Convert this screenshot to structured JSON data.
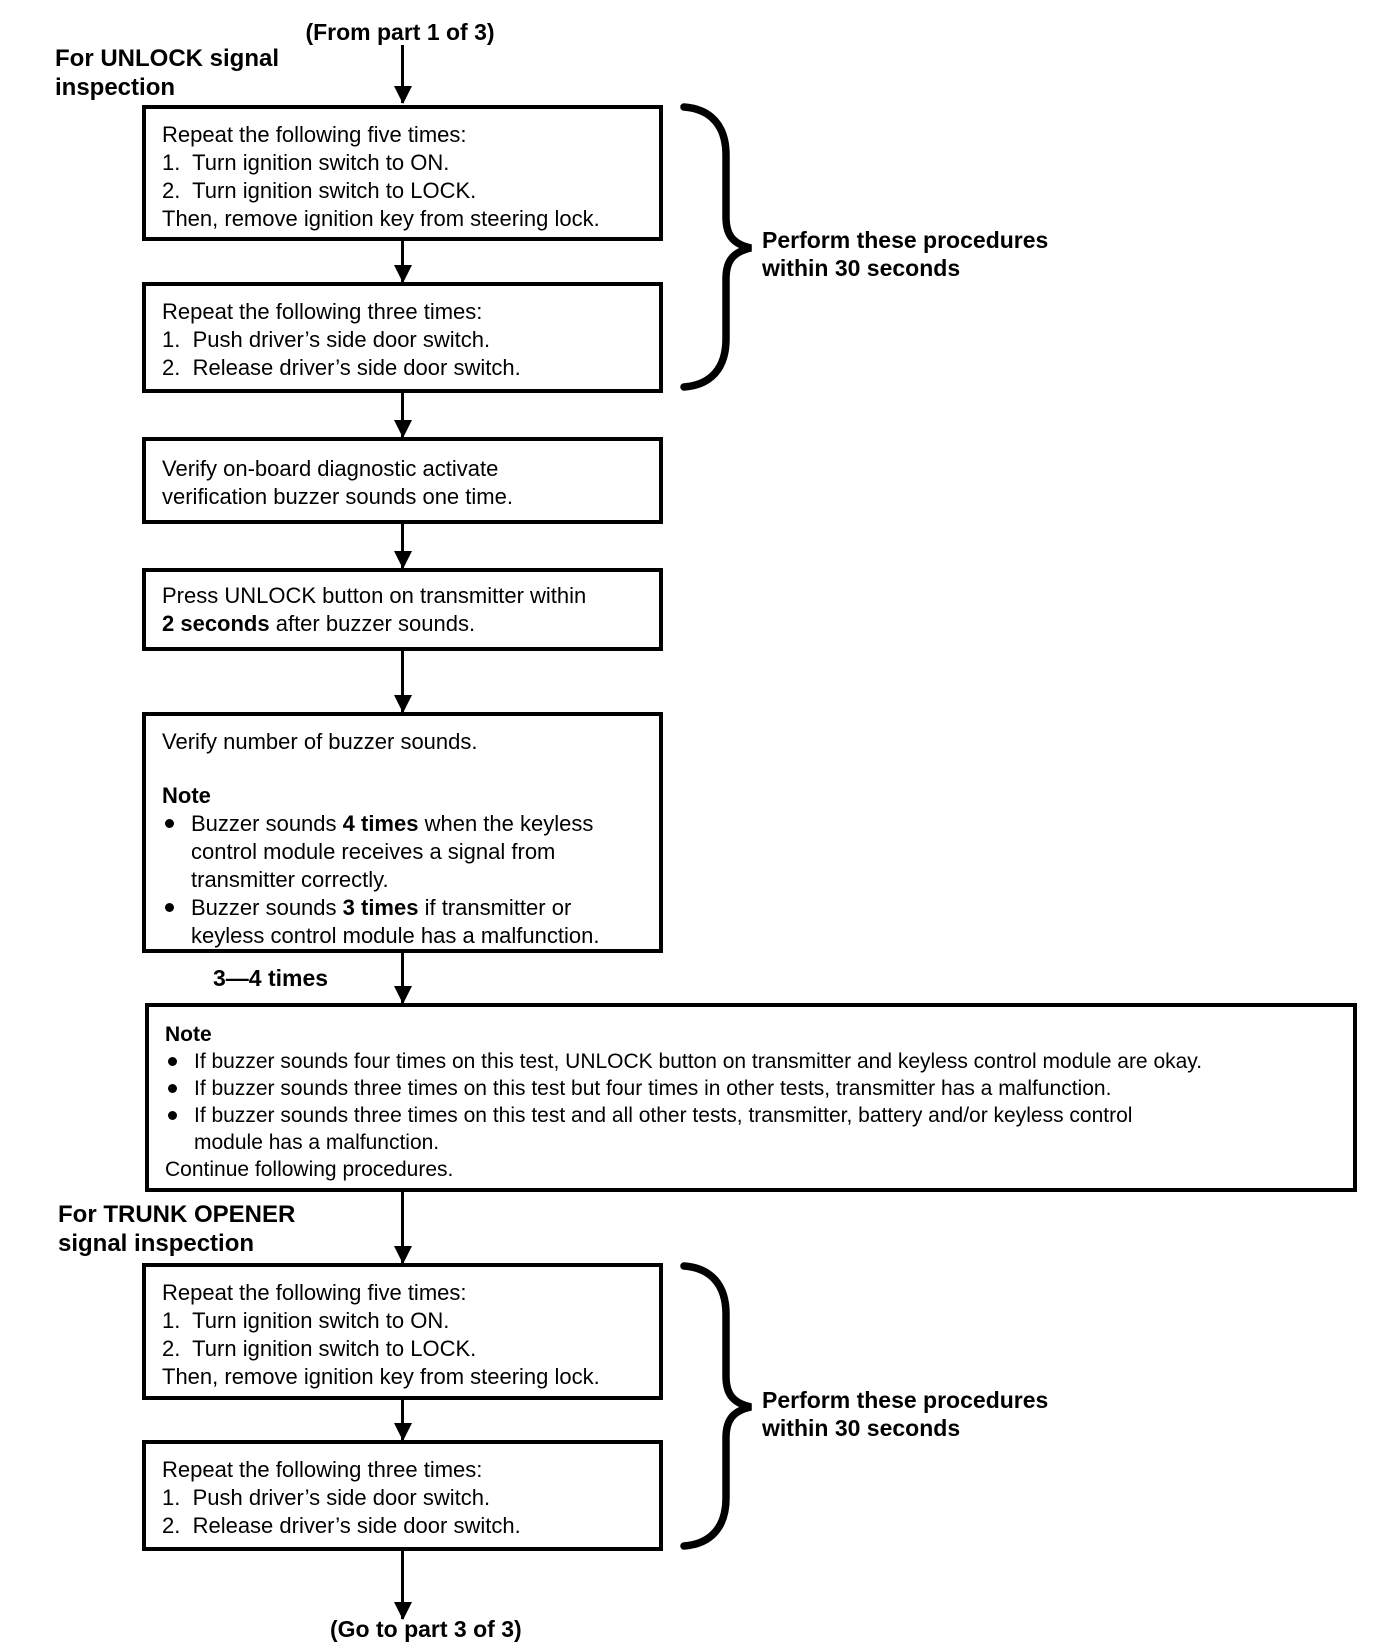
{
  "page": {
    "from_label": "(From part 1 of 3)",
    "goto_label": "(Go to part 3 of 3)",
    "unlock_section": {
      "line1": "For UNLOCK signal",
      "line2": "inspection"
    },
    "trunk_section": {
      "line1": "For TRUNK OPENER",
      "line2": "signal inspection"
    },
    "brace_label": {
      "line1": "Perform these procedures",
      "line2": "within 30 seconds"
    },
    "times_label": "3—4 times"
  },
  "boxes": {
    "repeat_five": {
      "lines": [
        "Repeat the following five times:",
        "1.  Turn ignition switch to ON.",
        "2.  Turn ignition switch to LOCK.",
        "Then, remove ignition key from steering lock."
      ]
    },
    "repeat_three": {
      "lines": [
        "Repeat the following three times:",
        "1.  Push driver’s side door switch.",
        "2.  Release driver’s side door switch."
      ]
    },
    "verify_diag": {
      "lines": [
        "Verify on-board diagnostic activate",
        "verification buzzer sounds one time."
      ]
    },
    "press_unlock": {
      "line1": "Press UNLOCK button on transmitter within",
      "line2_bold": "2 seconds",
      "line2_rest": " after buzzer sounds."
    },
    "verify_count": {
      "intro": "Verify number of buzzer sounds.",
      "note": "Note",
      "b1_pre": "Buzzer sounds ",
      "b1_bold": "4 times",
      "b1_post": " when the keyless",
      "b1_l2": "control module receives a signal from",
      "b1_l3": "transmitter correctly.",
      "b2_pre": "Buzzer sounds ",
      "b2_bold": "3 times",
      "b2_post": " if transmitter or",
      "b2_l2": "keyless control module has a malfunction."
    },
    "note_wide": {
      "note": "Note",
      "b1": "If buzzer sounds four times on this test, UNLOCK button on transmitter and keyless control module are okay.",
      "b2": "If buzzer sounds three times on this test but four times in other tests, transmitter has a malfunction.",
      "b3_l1": "If buzzer sounds three times on this test and all other tests, transmitter, battery and/or keyless control",
      "b3_l2": "module has a malfunction.",
      "footer": "Continue following procedures."
    }
  },
  "colors": {
    "ink": "#000000",
    "paper": "#ffffff"
  }
}
